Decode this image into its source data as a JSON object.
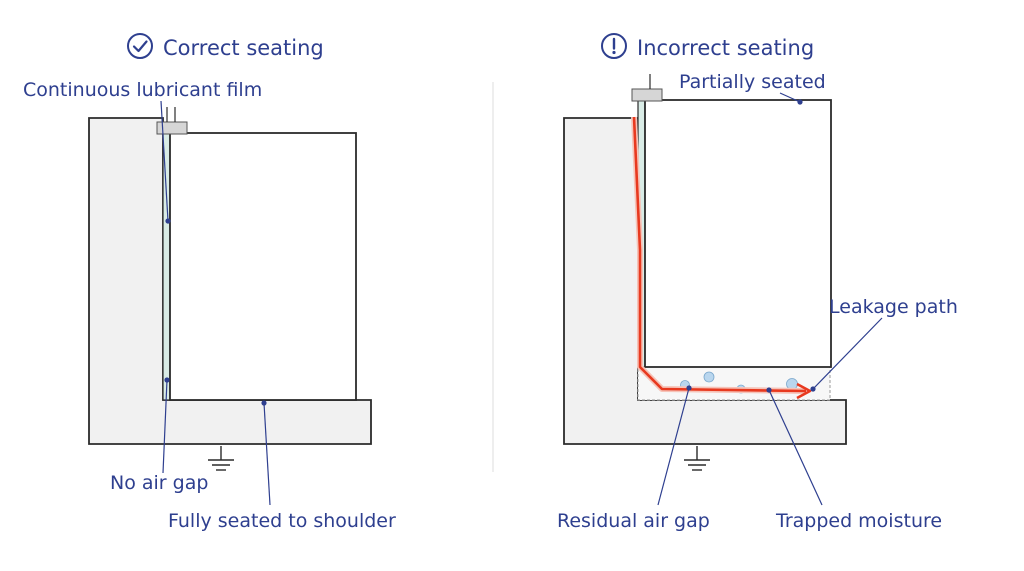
{
  "panels": {
    "correct": {
      "title": "Correct seating",
      "title_icon": "check-circle-icon",
      "labels": {
        "film": "Continuous lubricant film",
        "no_air_gap": "No air gap",
        "fully_seated": "Fully seated to shoulder"
      }
    },
    "incorrect": {
      "title": "Incorrect seating",
      "title_icon": "exclamation-circle-icon",
      "labels": {
        "partially_seated": "Partially seated",
        "leakage_path": "Leakage path",
        "residual_air_gap": "Residual air gap",
        "trapped_moisture": "Trapped moisture"
      }
    }
  },
  "colors": {
    "text": "#2e3f8f",
    "outline": "#2b2b2b",
    "housing_fill": "#f1f1f1",
    "film_fill": "#d9ece6",
    "cap_fill": "#d6d6d6",
    "leak_path": "#e8391f",
    "leader": "#2e3f8f",
    "bubble": "#b9d6ee"
  }
}
